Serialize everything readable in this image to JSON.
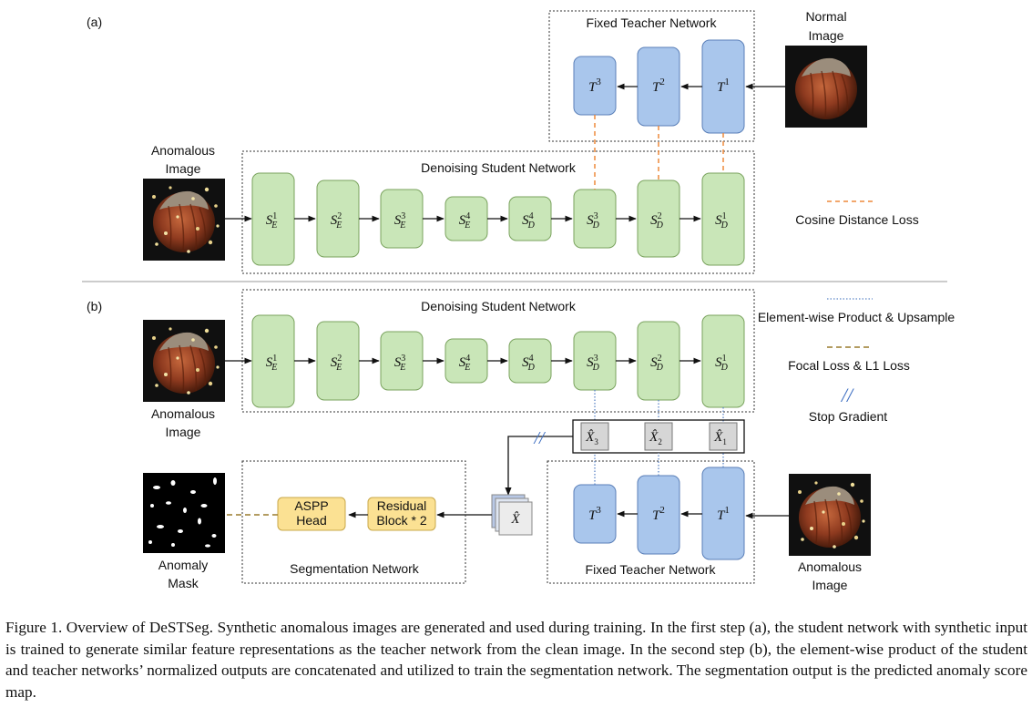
{
  "panel_a": {
    "label": "(a)",
    "teacher_title": "Fixed Teacher Network",
    "student_title": "Denoising Student Network",
    "normal_image_label": [
      "Normal",
      "Image"
    ],
    "anomalous_image_label": [
      "Anomalous",
      "Image"
    ],
    "teacher_blocks": [
      {
        "base": "T",
        "sup": "3"
      },
      {
        "base": "T",
        "sup": "2"
      },
      {
        "base": "T",
        "sup": "1"
      }
    ],
    "student_blocks": [
      {
        "base": "S",
        "sup": "1",
        "sub": "E"
      },
      {
        "base": "S",
        "sup": "2",
        "sub": "E"
      },
      {
        "base": "S",
        "sup": "3",
        "sub": "E"
      },
      {
        "base": "S",
        "sup": "4",
        "sub": "E"
      },
      {
        "base": "S",
        "sup": "4",
        "sub": "D"
      },
      {
        "base": "S",
        "sup": "3",
        "sub": "D"
      },
      {
        "base": "S",
        "sup": "2",
        "sub": "D"
      },
      {
        "base": "S",
        "sup": "1",
        "sub": "D"
      }
    ],
    "legend": {
      "cosine": "Cosine Distance Loss"
    }
  },
  "panel_b": {
    "label": "(b)",
    "student_title": "Denoising Student Network",
    "teacher_title": "Fixed Teacher Network",
    "seg_title": "Segmentation Network",
    "anomalous_image_label_top": [
      "Anomalous",
      "Image"
    ],
    "anomalous_image_label_right": [
      "Anomalous",
      "Image"
    ],
    "anomaly_mask_label": [
      "Anomaly",
      "Mask"
    ],
    "x_blocks": [
      {
        "base": "X̂",
        "sub": "3"
      },
      {
        "base": "X̂",
        "sub": "2"
      },
      {
        "base": "X̂",
        "sub": "1"
      }
    ],
    "x_concat": "X̂",
    "aspp": [
      "ASPP",
      "Head"
    ],
    "residual": [
      "Residual",
      "Block * 2"
    ],
    "legend": {
      "product": "Element-wise Product & Upsample",
      "focal": "Focal Loss & L1 Loss",
      "stop": "Stop Gradient",
      "stop_symbol": "//"
    }
  },
  "colors": {
    "student": "#c9e6b8",
    "student_stroke": "#7aa35e",
    "teacher": "#a9c6ec",
    "teacher_stroke": "#5a7fb8",
    "orange": "#ed8a3c",
    "blue_dot": "#5d86c7",
    "brown": "#9a7c2e",
    "yellow": "#fbe193",
    "yellow_stroke": "#c9a84a",
    "gray": "#d6d6d6"
  },
  "caption": "Figure 1. Overview of DeSTSeg. Synthetic anomalous images are generated and used during training. In the first step (a), the student network with synthetic input is trained to generate similar feature representations as the teacher network from the clean image. In the second step (b), the element-wise product of the student and teacher networks’ normalized outputs are concatenated and utilized to train the segmentation network. The segmentation output is the predicted anomaly score map."
}
